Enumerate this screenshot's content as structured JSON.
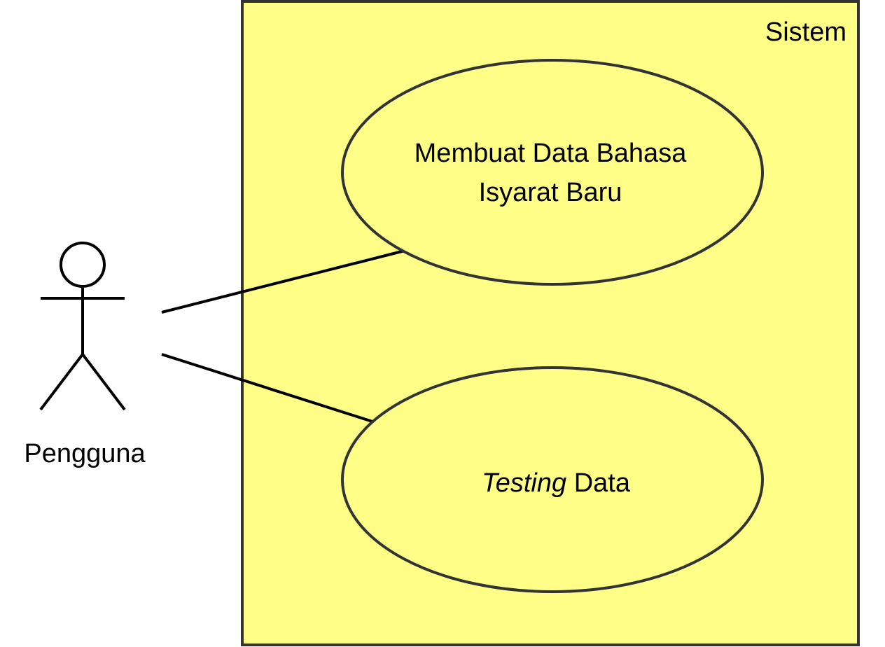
{
  "system": {
    "label": "Sistem",
    "fill": "#FFFF88",
    "stroke": "#333333"
  },
  "actor": {
    "name": "Pengguna",
    "icon": "stick-figure-actor-icon"
  },
  "use_cases": [
    {
      "id": "create-sign-language-data",
      "line1": "Membuat Data Bahasa",
      "line2": "Isyarat Baru"
    },
    {
      "id": "testing-data",
      "label_italic": "Testing",
      "label_rest": " Data"
    }
  ],
  "colors": {
    "use_case_fill": "#FFFF88",
    "use_case_stroke": "#333333",
    "line": "#000000",
    "text": "#000000"
  }
}
